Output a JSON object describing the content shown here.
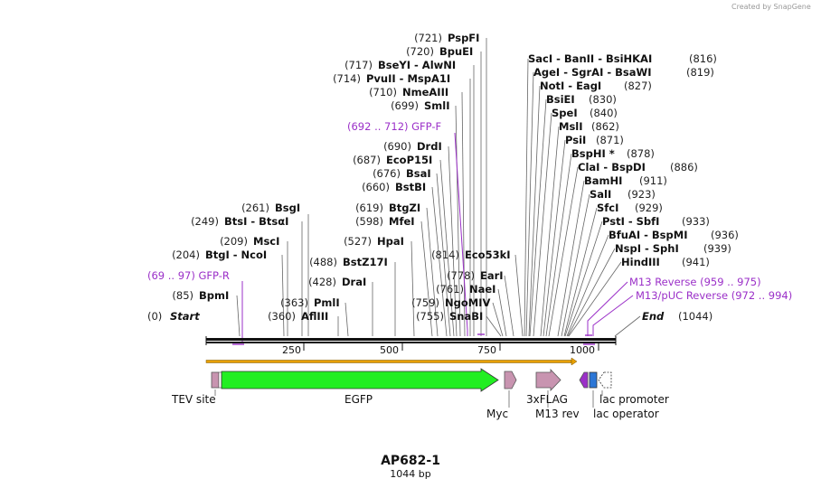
{
  "credit": "Created by SnapGene",
  "title": "AP682-1",
  "size_label": "1044 bp",
  "start_label": "(0)",
  "start_text": "Start",
  "end_text": "End",
  "end_label": "(1044)",
  "ruler_ticks": [
    "250",
    "500",
    "750",
    "1000"
  ],
  "enzymes": [
    {
      "pos": "(721)",
      "name": "PspFI"
    },
    {
      "pos": "(720)",
      "name": "BpuEI"
    },
    {
      "pos": "(717)",
      "name": "BseYI - AlwNI"
    },
    {
      "pos": "(714)",
      "name": "PvuII - MspA1I"
    },
    {
      "pos": "(710)",
      "name": "NmeAIII"
    },
    {
      "pos": "(699)",
      "name": "SmlI"
    },
    {
      "pos": "(690)",
      "name": "DrdI"
    },
    {
      "pos": "(687)",
      "name": "EcoP15I"
    },
    {
      "pos": "(676)",
      "name": "BsaI"
    },
    {
      "pos": "(660)",
      "name": "BstBI"
    },
    {
      "pos": "(619)",
      "name": "BtgZI"
    },
    {
      "pos": "(598)",
      "name": "MfeI"
    },
    {
      "pos": "(527)",
      "name": "HpaI"
    },
    {
      "pos": "(488)",
      "name": "BstZ17I"
    },
    {
      "pos": "(428)",
      "name": "DraI"
    },
    {
      "pos": "(363)",
      "name": "PmlI"
    },
    {
      "pos": "(360)",
      "name": "AflIII"
    },
    {
      "pos": "(261)",
      "name": "BsgI"
    },
    {
      "pos": "(249)",
      "name": "BtsI - BtsαI"
    },
    {
      "pos": "(209)",
      "name": "MscI"
    },
    {
      "pos": "(204)",
      "name": "BtgI - NcoI"
    },
    {
      "pos": "(85)",
      "name": "BpmI"
    },
    {
      "pos": "(814)",
      "name": "Eco53kI"
    },
    {
      "pos": "(778)",
      "name": "EarI"
    },
    {
      "pos": "(761)",
      "name": "NaeI"
    },
    {
      "pos": "(759)",
      "name": "NgoMIV"
    },
    {
      "pos": "(755)",
      "name": "SnaBI"
    },
    {
      "pos": "(816)",
      "name": "SacI - BanII - BsiHKAI"
    },
    {
      "pos": "(819)",
      "name": "AgeI - SgrAI - BsaWI"
    },
    {
      "pos": "(827)",
      "name": "NotI - EagI"
    },
    {
      "pos": "(830)",
      "name": "BsiEI"
    },
    {
      "pos": "(840)",
      "name": "SpeI"
    },
    {
      "pos": "(862)",
      "name": "MslI"
    },
    {
      "pos": "(871)",
      "name": "PsiI"
    },
    {
      "pos": "(878)",
      "name": "BspHI *"
    },
    {
      "pos": "(886)",
      "name": "ClaI - BspDI"
    },
    {
      "pos": "(911)",
      "name": "BamHI"
    },
    {
      "pos": "(923)",
      "name": "SalI"
    },
    {
      "pos": "(929)",
      "name": "SfcI"
    },
    {
      "pos": "(933)",
      "name": "PstI - SbfI"
    },
    {
      "pos": "(936)",
      "name": "BfuAI - BspMI"
    },
    {
      "pos": "(939)",
      "name": "NspI - SphI"
    },
    {
      "pos": "(941)",
      "name": "HindIII"
    }
  ],
  "primers": [
    {
      "label": "(692 .. 712)  GFP-F"
    },
    {
      "label": "(69 .. 97)  GFP-R"
    },
    {
      "label": "M13 Reverse   (959 .. 975)"
    },
    {
      "label": "M13/pUC Reverse   (972 .. 994)"
    }
  ],
  "features": [
    {
      "name": "TEV site"
    },
    {
      "name": "EGFP"
    },
    {
      "name": "Myc"
    },
    {
      "name": "3xFLAG"
    },
    {
      "name": "M13 rev"
    },
    {
      "name": "lac promoter"
    },
    {
      "name": "lac operator"
    }
  ],
  "colors": {
    "egfp": "#22ee22",
    "tag": "#c894b0",
    "primer": "#9b30c8",
    "orf_arrow": "#e8a000",
    "lac_promoter": "#ffffff",
    "lac_operator": "#2d77d6"
  }
}
